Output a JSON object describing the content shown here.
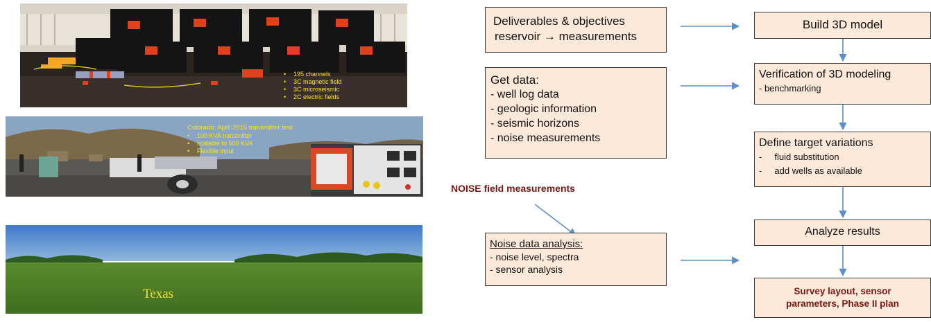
{
  "photos": {
    "equipment": {
      "bullets": [
        "195 channels",
        "3C magnetic field",
        "3C microseismic",
        "2C electric fields"
      ]
    },
    "colorado": {
      "title": "Colorado: April 2015 transmitter test",
      "bullets": [
        "100 KVA transmitter",
        "scalable to 500 KVA",
        "Flexible input"
      ]
    },
    "texas": {
      "label": "Texas"
    }
  },
  "noise_label": "NOISE field measurements",
  "flow": {
    "deliverables": {
      "line1": "Deliverables & objectives",
      "line2": "reservoir → measurements"
    },
    "get_data": {
      "title": "Get data:",
      "items": [
        "- well log data",
        "- geologic information",
        "- seismic horizons",
        "- noise measurements"
      ]
    },
    "noise_analysis": {
      "title": "Noise data analysis:",
      "items": [
        "- noise level, spectra",
        "- sensor analysis"
      ]
    },
    "build_model": {
      "title": "Build 3D model"
    },
    "verification": {
      "title": "Verification of 3D modeling",
      "sub": "- benchmarking"
    },
    "define_target": {
      "title": "Define target variations",
      "items": [
        "-     fluid substitution",
        "-     add wells as available"
      ]
    },
    "analyze": {
      "title": "Analyze results"
    },
    "survey": {
      "line1": "Survey layout, sensor",
      "line2": "parameters, Phase II plan"
    }
  },
  "colors": {
    "box_fill": "#fce9d9",
    "arrow": "#5b8fc7",
    "noise_label": "#7a1616",
    "overlay_text": "#ffe51a"
  }
}
